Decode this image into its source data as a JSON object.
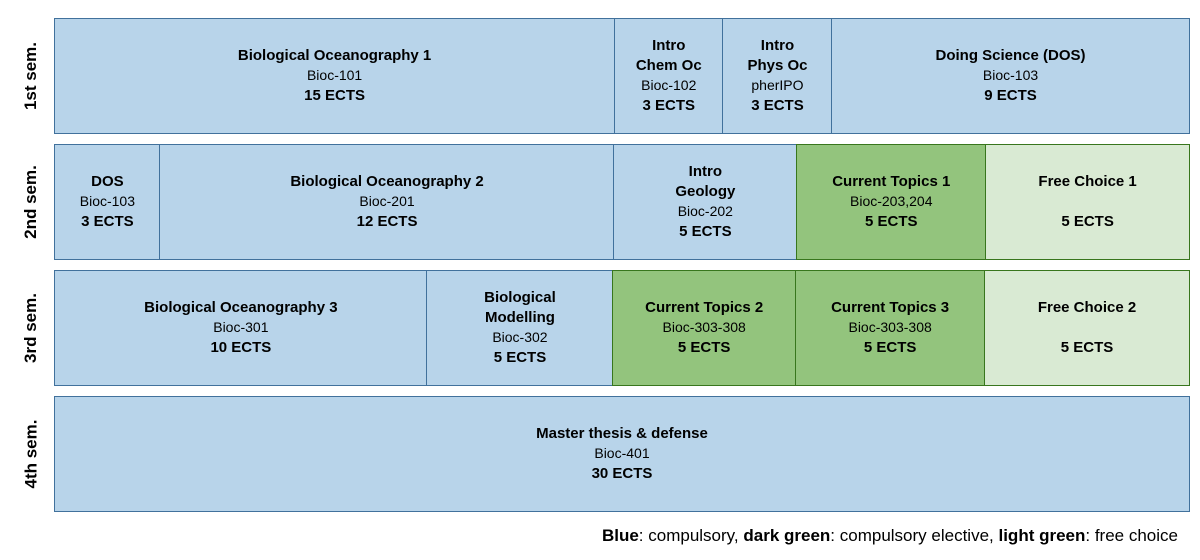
{
  "colors": {
    "blue": "#b8d4ea",
    "dark_green": "#93c47d",
    "light_green": "#d9ead3",
    "border_blue": "#41719c",
    "border_green": "#38761d"
  },
  "rows": [
    {
      "label": "1st sem.",
      "courses": [
        {
          "title": "Biological Oceanography 1",
          "code": "Bioc-101",
          "ects": "15 ECTS",
          "type": "blue"
        },
        {
          "title": "Intro\nChem Oc",
          "code": "Bioc-102",
          "ects": "3 ECTS",
          "type": "blue"
        },
        {
          "title": "Intro\nPhys Oc",
          "code": "pherIPO",
          "ects": "3 ECTS",
          "type": "blue"
        },
        {
          "title": "Doing Science (DOS)",
          "code": "Bioc-103",
          "ects": "9 ECTS",
          "type": "blue"
        }
      ]
    },
    {
      "label": "2nd sem.",
      "courses": [
        {
          "title": "DOS",
          "code": "Bioc-103",
          "ects": "3 ECTS",
          "type": "blue"
        },
        {
          "title": "Biological Oceanography 2",
          "code": "Bioc-201",
          "ects": "12 ECTS",
          "type": "blue"
        },
        {
          "title": "Intro\nGeology",
          "code": "Bioc-202",
          "ects": "5 ECTS",
          "type": "blue"
        },
        {
          "title": "Current Topics 1",
          "code": "Bioc-203,204",
          "ects": "5 ECTS",
          "type": "dgreen"
        },
        {
          "title": "Free Choice 1",
          "code": "",
          "ects": "5 ECTS",
          "type": "lgreen"
        }
      ]
    },
    {
      "label": "3rd sem.",
      "courses": [
        {
          "title": "Biological Oceanography 3",
          "code": "Bioc-301",
          "ects": "10 ECTS",
          "type": "blue"
        },
        {
          "title": "Biological\nModelling",
          "code": "Bioc-302",
          "ects": "5 ECTS",
          "type": "blue"
        },
        {
          "title": "Current Topics 2",
          "code": "Bioc-303-308",
          "ects": "5 ECTS",
          "type": "dgreen"
        },
        {
          "title": "Current Topics 3",
          "code": "Bioc-303-308",
          "ects": "5 ECTS",
          "type": "dgreen"
        },
        {
          "title": "Free Choice 2",
          "code": "",
          "ects": "5 ECTS",
          "type": "lgreen"
        }
      ]
    },
    {
      "label": "4th sem.",
      "courses": [
        {
          "title": "Master thesis & defense",
          "code": "Bioc-401",
          "ects": "30 ECTS",
          "type": "blue"
        }
      ]
    }
  ],
  "legend": {
    "segments": [
      {
        "t": "Blue",
        "b": true
      },
      {
        "t": ": compulsory, ",
        "b": false
      },
      {
        "t": "dark green",
        "b": true
      },
      {
        "t": ": compulsory elective, ",
        "b": false
      },
      {
        "t": "light green",
        "b": true
      },
      {
        "t": ": free choice",
        "b": false
      }
    ]
  }
}
